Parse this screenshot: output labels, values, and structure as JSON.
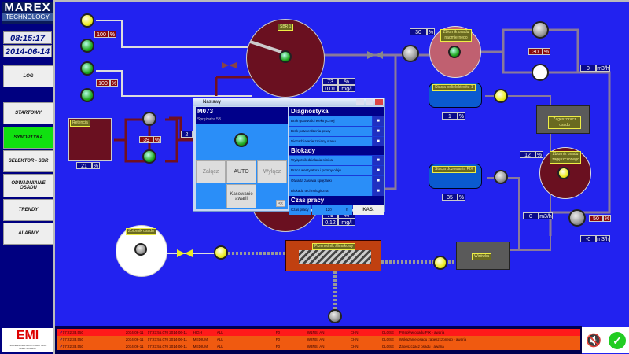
{
  "sidebar": {
    "logo": {
      "brand": "MAREX",
      "sub": "TECHNOLOGY"
    },
    "time": "08:15:17",
    "date": "2014-06-14",
    "nav": [
      {
        "label": "LOG"
      },
      {
        "label": "STARTOWY"
      },
      {
        "label": "SYNOPTYKA",
        "active": true
      },
      {
        "label": "SELEKTOR - SBR"
      },
      {
        "label": "ODWADNIANIE OSADU"
      },
      {
        "label": "TRENDY"
      },
      {
        "label": "ALARMY"
      }
    ],
    "bottom_logo": {
      "brand": "EMI",
      "sub": "PROFESJONALNA AUTOMATYKA I ELEKTRONIKA"
    }
  },
  "synoptic": {
    "pump_speed_1": {
      "value": "100",
      "unit": "%"
    },
    "pump_speed_2": {
      "value": "100",
      "unit": "%"
    },
    "sbr1": {
      "label": "SBR 1",
      "value1": "73",
      "unit1": "%",
      "value2": "0,01",
      "unit2": "mg/l"
    },
    "sbr2": {
      "value1": "79",
      "unit1": "%",
      "value2": "0,12",
      "unit2": "mg/l"
    },
    "retention": {
      "label": "Retencja",
      "level": "21",
      "unit": "%",
      "pump_speed": "39",
      "pump_unit": "%",
      "flow_partial": "2"
    },
    "sludge_tank": {
      "label": "Zbiornik osadu nadmiernego",
      "level": "30",
      "unit": "%"
    },
    "pump_speed_3": {
      "value": "30",
      "unit": "%"
    },
    "flow_1": {
      "value": "0",
      "unit": "m3/h"
    },
    "poly_station": {
      "label": "Stacja polielektrolitu 1",
      "level": "1",
      "unit": "%"
    },
    "thickener": {
      "label": "Zagęszczacz osadu"
    },
    "thick_tank": {
      "label": "Zbiornik osadu zagęszczonego",
      "level": "12",
      "unit": "%"
    },
    "pix_station": {
      "label": "Stacja dozowania PIX",
      "level": "35",
      "unit": "%"
    },
    "flow_2": {
      "value": "0",
      "unit": "m3/h"
    },
    "pump_speed_4": {
      "value": "50",
      "unit": "%"
    },
    "flow_3": {
      "value": "-0",
      "unit": "m3/h"
    },
    "centrifuge": {
      "label": "Wirówka"
    },
    "mixer_tank": {
      "label": "Zbiornik osadu"
    },
    "conveyor": {
      "label": "Przenośnik ślimakowy"
    }
  },
  "dialog": {
    "title": "Nastawy",
    "device": "M073",
    "device_name": "Sprężarka 53",
    "btn_on": "Załącz",
    "btn_auto": "AUTO",
    "btn_off": "Wyłącz",
    "btn_reset": "Kasowanie awarii",
    "btn_more": "<<",
    "diag_title": "Diagnostyka",
    "diag": [
      "Brak gotowości elektrycznej",
      "Brak potwierdzenia pracy",
      "Niezadziałanie zmiany stanu"
    ],
    "block_title": "Blokady",
    "blocks": [
      "Wyłącznik działania silnika",
      "Praca wentylatora i pompy oleju",
      "Otwarta zasuwa sprężarki",
      "Blokada technologiczna"
    ],
    "time_title": "Czas pracy",
    "time_label": "Czas pracy",
    "time_value": "120",
    "time_unit": "h",
    "time_reset": "KAS.",
    "row_btn": "■"
  },
  "alarms": [
    {
      "time": "07:22:33.550",
      "date": "2014-06-11",
      "ack": "07:23:55.070 2014-06-11",
      "prio": "HIGH",
      "area": "ALL",
      "f": "F0",
      "tag": "W1NS_AN",
      "chn": "CHN",
      "state": "CLOSE",
      "msg": "Przepływ osadu PIX - awaria",
      "color": "#ff1a1a"
    },
    {
      "time": "07:22:33.550",
      "date": "2014-06-11",
      "ack": "07:23:55.070 2014-06-11",
      "prio": "MEDIUM",
      "area": "ALL",
      "f": "F0",
      "tag": "W2NS_AN",
      "chn": "CHN",
      "state": "CLOSE",
      "msg": "Wskazanie osadu zagęszczonego - awaria",
      "color": "#f05a10"
    },
    {
      "time": "07:22:33.550",
      "date": "2014-06-11",
      "ack": "07:23:55.070 2014-06-11",
      "prio": "MEDIUM",
      "area": "ALL",
      "f": "F0",
      "tag": "W3NS_AN",
      "chn": "CHN",
      "state": "CLOSE",
      "msg": "Zagęszczacz osadu - awaria",
      "color": "#f05a10"
    }
  ],
  "colors": {
    "background": "#2222f0",
    "sidebar": "#000080",
    "active": "#10e010"
  }
}
